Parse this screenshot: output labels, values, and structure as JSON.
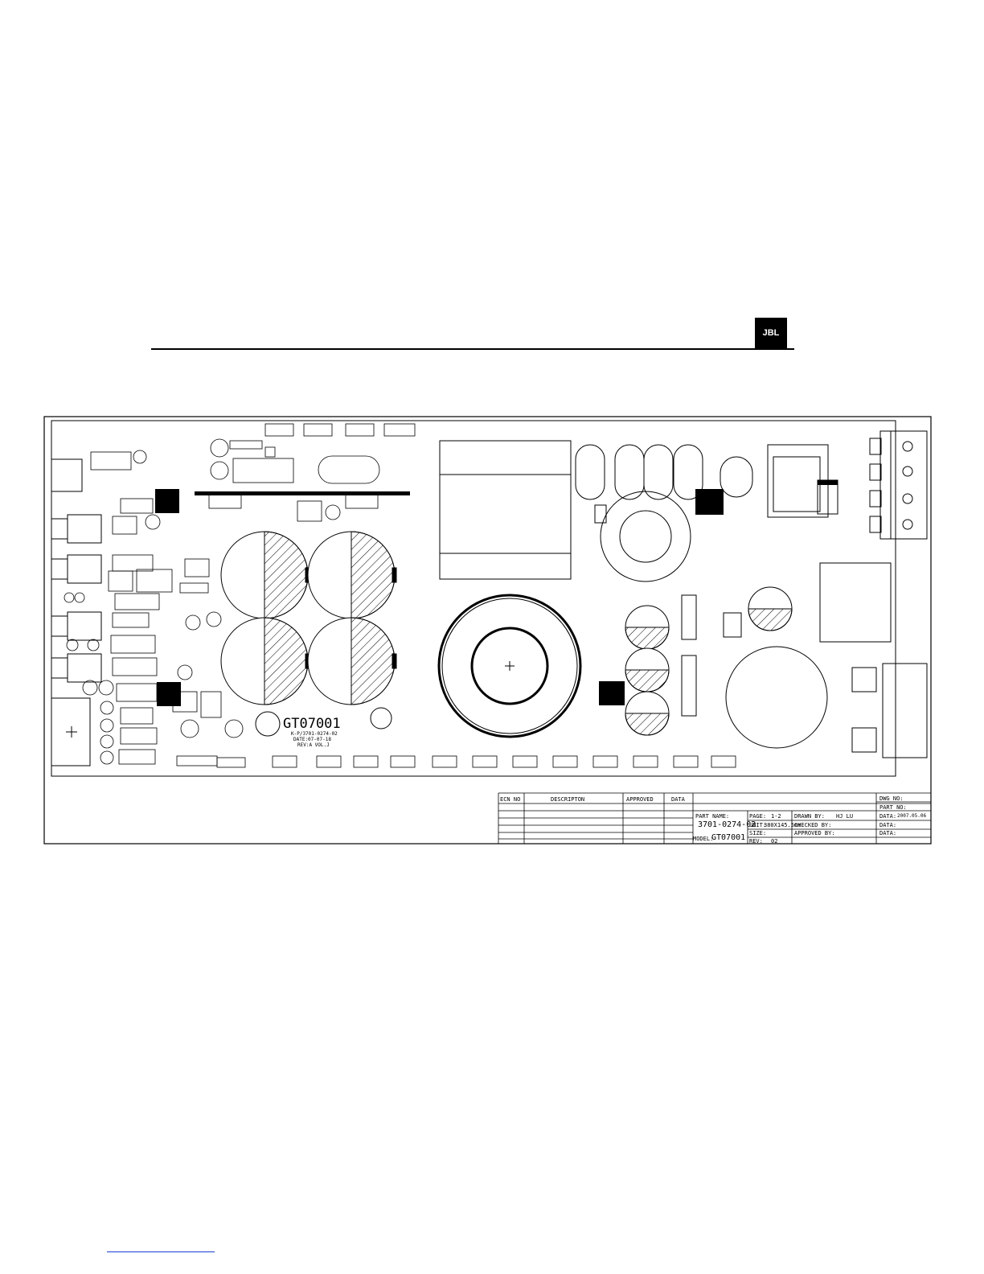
{
  "brand": {
    "logo_text": "JBL"
  },
  "board": {
    "model": "GT07001",
    "part_line": "K-P/3701-0274-02",
    "date_line": "DATE:07-07-18",
    "rev_line": "REV:A VOL.J"
  },
  "title_block": {
    "headers": {
      "ecn": "ECN NO",
      "description": "DESCRIPTON",
      "approved": "APPROVED",
      "data": "DATA"
    },
    "part_name_label": "PART NAME:",
    "part_name_value": "3701-0274-02",
    "model_label": "MODEL:",
    "model_value": "GT07001",
    "page_label": "PAGE:",
    "page_value": "1-2",
    "unit_label": "UNIT:",
    "unit_value": "380X145.5mm",
    "size_label": "SIZE:",
    "rev_label": "REV:",
    "rev_value": "02",
    "drawn_label": "DRAWN BY:",
    "drawn_value": "HJ LU",
    "checked_label": "CHECKED BY:",
    "approved_by_label": "APPROVED BY:",
    "dwg_label": "DWG NO:",
    "part_no_label": "PART NO:",
    "data1_label": "DATA:",
    "data1_value": "2007.05.06",
    "data2_label": "DATA:",
    "data3_label": "DATA:"
  }
}
